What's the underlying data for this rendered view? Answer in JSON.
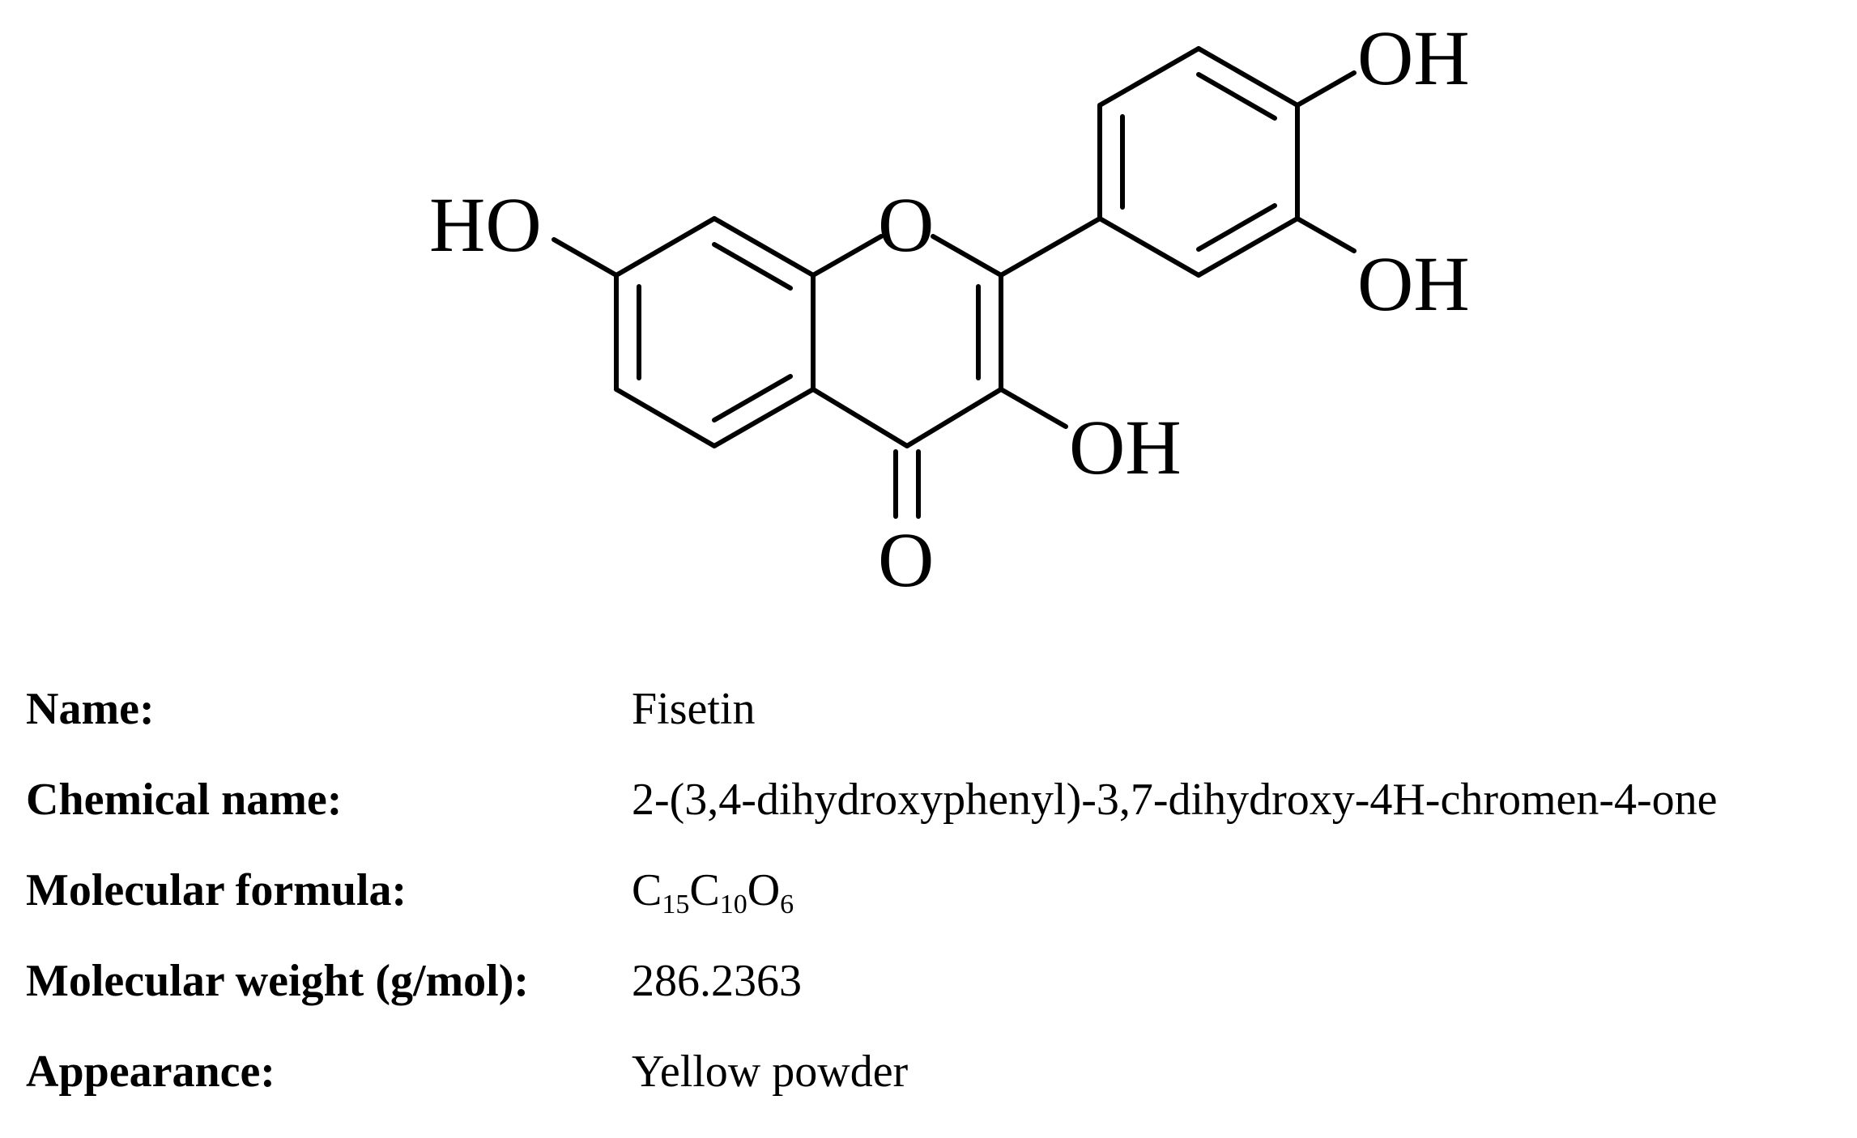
{
  "structure": {
    "atom_labels": {
      "ho_7": "HO",
      "o_ring": "O",
      "oh_3": "OH",
      "o_carbonyl": "O",
      "oh_3prime": "OH",
      "oh_4prime": "OH"
    }
  },
  "properties": {
    "rows": [
      {
        "label": "Name:",
        "value": "Fisetin"
      },
      {
        "label": "Chemical name:",
        "value": "2-(3,4-dihydroxyphenyl)-3,7-dihydroxy-4H-chromen-4-one"
      },
      {
        "label": "Molecular formula:",
        "formula": [
          {
            "el": "C",
            "n": "15"
          },
          {
            "el": "C",
            "n": "10"
          },
          {
            "el": "O",
            "n": "6"
          }
        ]
      },
      {
        "label": "Molecular weight (g/mol):",
        "value": "286.2363"
      },
      {
        "label": "Appearance:",
        "value": "Yellow powder"
      }
    ]
  }
}
